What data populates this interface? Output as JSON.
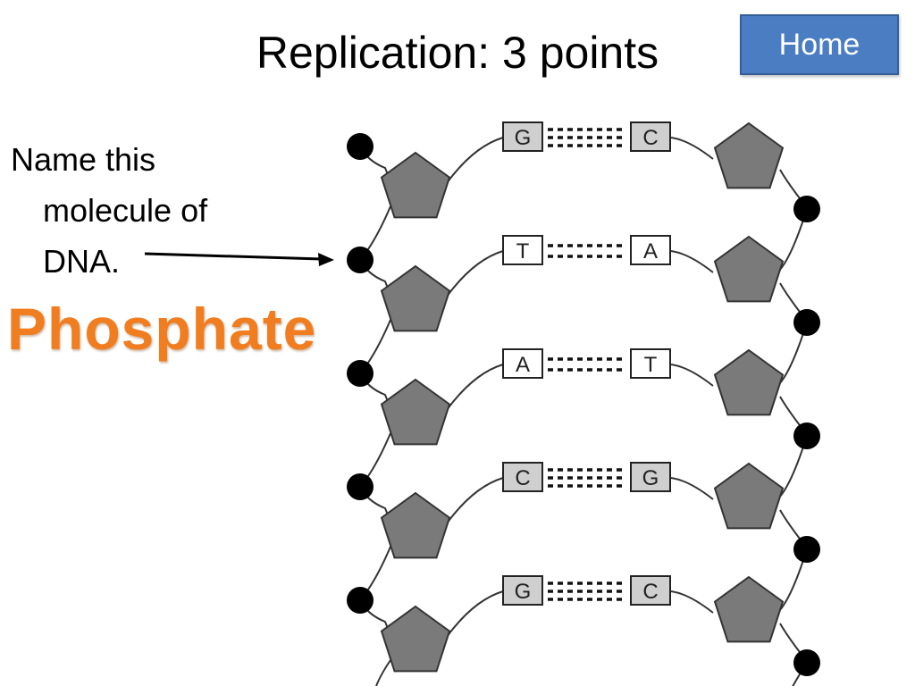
{
  "slide": {
    "title": "Replication: 3 points",
    "home_label": "Home",
    "question_lines": [
      "Name this",
      "molecule of",
      "DNA."
    ],
    "answer": "Phosphate"
  },
  "colors": {
    "answer": "#f07d1f",
    "home_button": "#4a7dc2",
    "sugar": "#7a7a7a",
    "phosphate": "#000000"
  },
  "diagram": {
    "base_pairs": [
      {
        "left": "G",
        "right": "C",
        "bond": "triple"
      },
      {
        "left": "T",
        "right": "A",
        "bond": "double"
      },
      {
        "left": "A",
        "right": "T",
        "bond": "double"
      },
      {
        "left": "C",
        "right": "G",
        "bond": "triple"
      },
      {
        "left": "G",
        "right": "C",
        "bond": "triple"
      }
    ],
    "icons": [
      "phosphate-circle",
      "deoxyribose-pentagon",
      "arrow"
    ]
  }
}
